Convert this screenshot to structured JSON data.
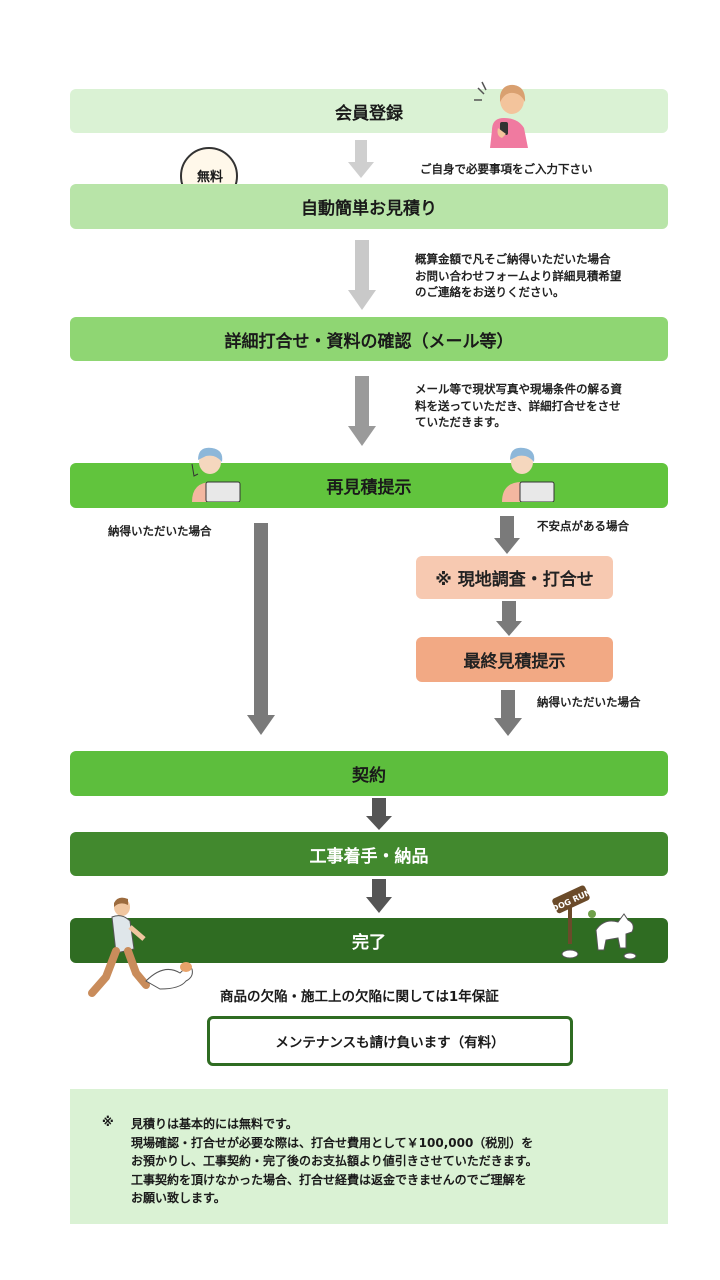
{
  "steps": {
    "s1": "会員登録",
    "s2": "自動簡単お見積り",
    "s3": "詳細打合せ・資料の確認（メール等）",
    "s4": "再見積提示",
    "s5": "※ 現地調査・打合せ",
    "s6": "最終見積提示",
    "s7": "契約",
    "s8": "工事着手・納品",
    "s9": "完了"
  },
  "badge": "無料",
  "notes": {
    "n1": "ご自身で必要事項をご入力下さい",
    "n2": [
      "概算金額で凡そご納得いただいた場合",
      "お問い合わせフォームより詳細見積希望",
      "のご連絡をお送りください。"
    ],
    "n3": [
      "メール等で現状写真や現場条件の解る資",
      "料を送っていただき、詳細打合せをさせ",
      "ていただきます。"
    ],
    "left_branch": "納得いただいた場合",
    "right_branch": "不安点がある場合",
    "after_final": "納得いただいた場合"
  },
  "guarantee": "商品の欠陥・施工上の欠陥に関しては1年保証",
  "maintenance": "メンテナンスも請け負います（有料）",
  "footer": {
    "mark": "※",
    "lines": [
      "見積りは基本的には無料です。",
      "現場確認・打合せが必要な際は、打合せ費用として￥100,000（税別）を",
      "お預かりし、工事契約・完了後のお支払額より値引きさせていただきます。",
      "工事契約を頂けなかった場合、打合せ経費は返金できませんのでご理解を",
      "お願い致します。"
    ]
  },
  "sign_text": "DOG RUN",
  "colors": {
    "s1": "#daf2d4",
    "s2": "#b8e4a8",
    "s3": "#8fd673",
    "s4": "#61c43d",
    "s5": "#f7c9b1",
    "s6": "#f2a984",
    "s7": "#5dbe3d",
    "s8": "#42892e",
    "s9": "#2f6c22",
    "footer_bg": "#daf2d4",
    "arrow_light": "#c9c9c9",
    "arrow_dark": "#7a7a7a"
  }
}
